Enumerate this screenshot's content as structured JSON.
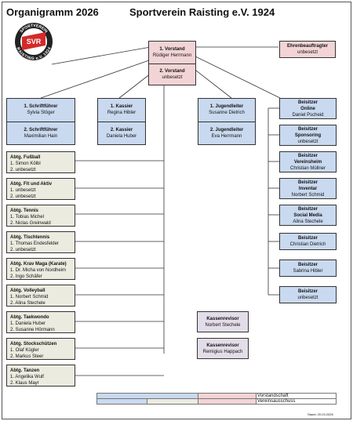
{
  "header": {
    "left": "Organigramm 2026",
    "right": "Sportverein Raisting e.V. 1924"
  },
  "logo": {
    "top_text": "SPORTVEREIN",
    "bottom_text": "RAISTING e.V. 1924",
    "center_text": "SVR"
  },
  "top": {
    "v1": {
      "title": "1. Vorstand",
      "name": "Rüdiger Herrmann"
    },
    "v2": {
      "title": "2. Vorstand",
      "name": "unbesetzt"
    },
    "ehren": {
      "title": "Ehrenbeauftragter",
      "name": "unbesetzt"
    }
  },
  "schrift": [
    {
      "title": "1. Schriftführer",
      "name": "Sylvia Stöger"
    },
    {
      "title": "2. Schriftführer",
      "name": "Maximilian Hain"
    }
  ],
  "kassier": [
    {
      "title": "1. Kassier",
      "name": "Regina Hibler"
    },
    {
      "title": "2. Kassier",
      "name": "Daniela Huber"
    }
  ],
  "jugend": [
    {
      "title": "1. Jugendleiter",
      "name": "Susanne Dietrich"
    },
    {
      "title": "2. Jugendleiter",
      "name": "Eva Herrmann"
    }
  ],
  "beisitzer": [
    {
      "title": "Beisitzer",
      "sub": "Online",
      "name": "Daniel Pscheid"
    },
    {
      "title": "Beisitzer",
      "sub": "Sponsoring",
      "name": "unbesetzt"
    },
    {
      "title": "Beisitzer",
      "sub": "Vereinsheim",
      "name": "Christian Müllner"
    },
    {
      "title": "Beisitzer",
      "sub": "Inventar",
      "name": "Norbert Schmid"
    },
    {
      "title": "Beisitzer",
      "sub": "Social Media",
      "name": "Alina Stechele"
    },
    {
      "title": "Beisitzer",
      "sub": "",
      "name": "Christian Dietrich"
    },
    {
      "title": "Beisitzer",
      "sub": "",
      "name": "Sabrina Hibler"
    },
    {
      "title": "Beisitzer",
      "sub": "",
      "name": "unbesetzt"
    }
  ],
  "abteilungen": [
    {
      "title": "Abtg. Fußball",
      "l1": "1. Simon Kölbl",
      "l2": "2. unbesetzt"
    },
    {
      "title": "Abtg. Fit und Aktiv",
      "l1": "1. unbesetzt",
      "l2": "2. unbesetzt"
    },
    {
      "title": "Abtg. Tennis",
      "l1": "1. Tobias Michel",
      "l2": "2. Niclas Greinwald"
    },
    {
      "title": "Abtg. Tischtennis",
      "l1": "1. Thomas Endesfelder",
      "l2": "2. unbesetzt"
    },
    {
      "title": "Abtg. Krav Maga (Karate)",
      "l1": "1. Dr. Micha von Nordheim",
      "l2": "2. Ingo Schäfer"
    },
    {
      "title": "Abtg. Volleyball",
      "l1": "1. Norbert Schmid",
      "l2": "2. Alina Stechele"
    },
    {
      "title": "Abtg. Taekwondo",
      "l1": "1. Daniela Huber",
      "l2": "2. Susanne Hörmann"
    },
    {
      "title": "Abtg. Stockschützen",
      "l1": "1. Olaf Kügler",
      "l2": "2. Markus Steer"
    },
    {
      "title": "Abtg. Tanzen",
      "l1": "1. Angelika Wulf",
      "l2": "2. Klaus Mayr"
    }
  ],
  "kassenrevisor": [
    {
      "title": "Kassenrevisor",
      "name": "Norbert Stechele"
    },
    {
      "title": "Kassenrevisor",
      "name": "Remigius Happach"
    }
  ],
  "legend": {
    "row1": "Vorstandschaft",
    "row2": "Vereinsausschuss"
  },
  "stand": "Stand: 20.03.2026",
  "colors": {
    "blue": "#c9d9ef",
    "pink": "#f2d4d6",
    "beige": "#ecebe0",
    "lila": "#e2dde8",
    "logo_red": "#d42a2a"
  }
}
